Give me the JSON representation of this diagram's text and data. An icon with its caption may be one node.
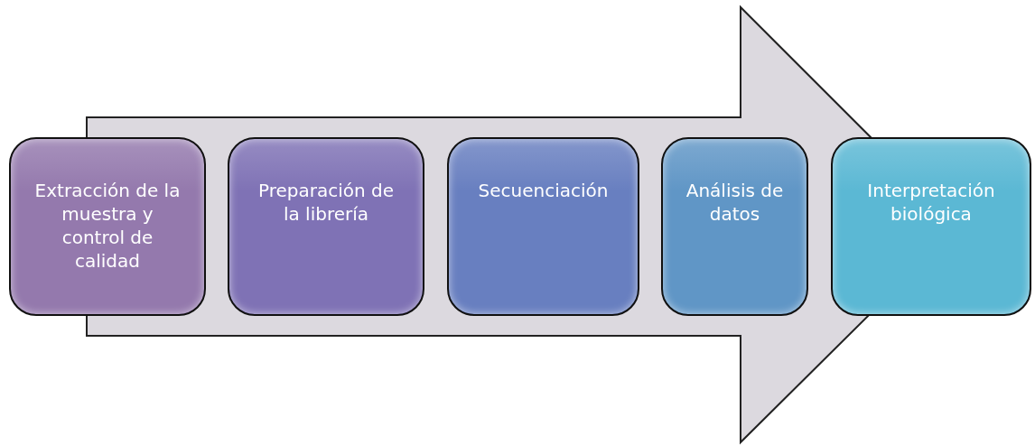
{
  "diagram": {
    "nodes": [
      {
        "text": [
          "Extracción de la muestra y control de calidad"
        ]
      },
      {
        "text": [
          "Preparación de la librería"
        ]
      },
      {
        "text": [
          "Secuenciación"
        ]
      },
      {
        "text": [
          "Análisis de datos"
        ]
      },
      {
        "text": [
          "Interpretación biológica"
        ]
      }
    ],
    "edges": [
      {
        "from": 0,
        "to": 4,
        "arrow": "to"
      }
    ]
  }
}
